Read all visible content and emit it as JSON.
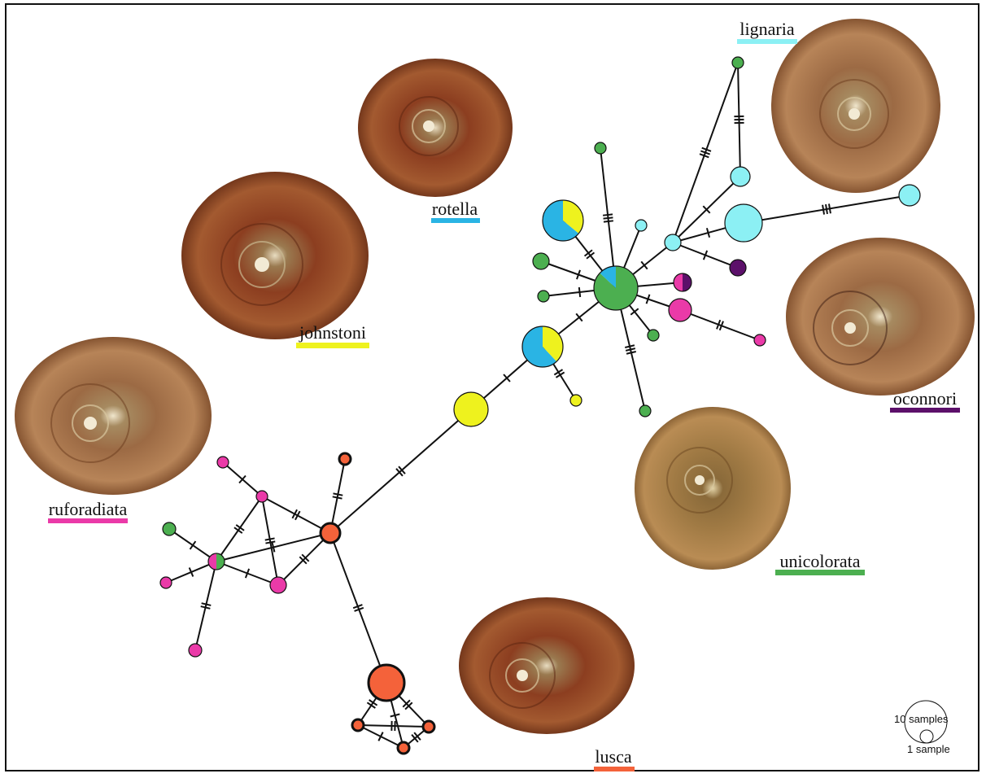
{
  "species": [
    {
      "id": "lignaria",
      "name": "lignaria",
      "color": "#8cf0f4"
    },
    {
      "id": "rotella",
      "name": "rotella",
      "color": "#2ab4e4"
    },
    {
      "id": "johnstoni",
      "name": "johnstoni",
      "color": "#eef21e"
    },
    {
      "id": "oconnori",
      "name": "oconnori",
      "color": "#5c106a"
    },
    {
      "id": "ruforadiata",
      "name": "ruforadiata",
      "color": "#ea3aa8"
    },
    {
      "id": "unicolorata",
      "name": "unicolorata",
      "color": "#4caf50"
    },
    {
      "id": "lusca",
      "name": "lusca",
      "color": "#f4623a"
    }
  ],
  "legend": {
    "large": "10 samples",
    "small": "1 sample"
  },
  "colors": {
    "line": "#111111",
    "shell_base": "#8a4a2a",
    "shell_light": "#b07a50",
    "shell_dark": "#4a2010"
  },
  "icons": {
    "shell": "snail-shell-icon"
  }
}
